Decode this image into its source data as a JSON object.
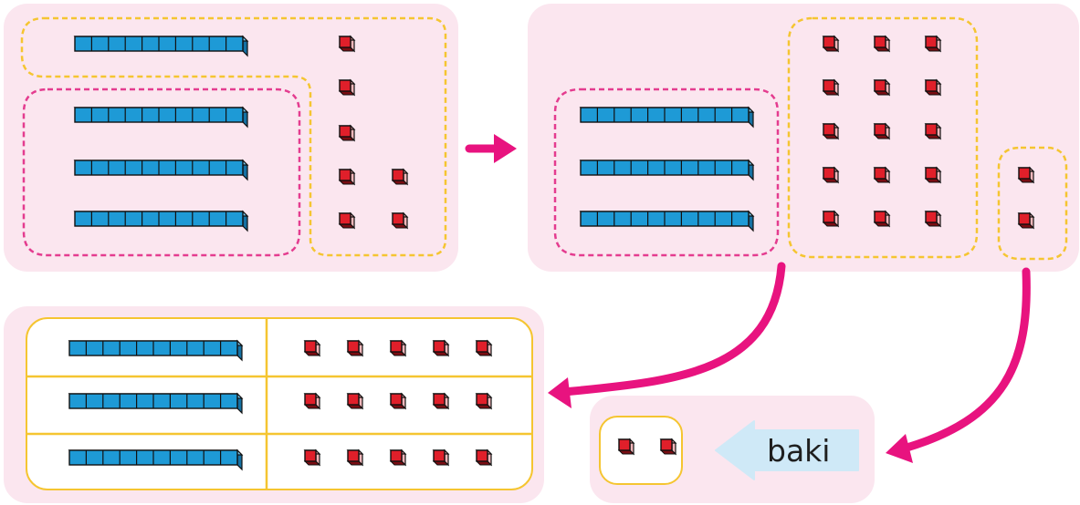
{
  "colors": {
    "panel_bg": "#fbe6ef",
    "tens_blue": "#1e9ad6",
    "ones_red": "#e01f2a",
    "yellow_outline": "#f5c531",
    "magenta_outline": "#e43c8f",
    "arrow_magenta": "#e8137f",
    "baki_arrow_fill": "#cfe9f7"
  },
  "icons": {
    "ten_rod": "base-ten-rod-icon",
    "unit_cube": "unit-cube-icon",
    "arrow": "arrow-right-icon"
  },
  "groups": {
    "step1": {
      "tens": 4,
      "ones": 7
    },
    "step2": {
      "tens": 3,
      "ones_grouped": 15,
      "ones_remaining": 2
    },
    "table": {
      "rows": 3,
      "tens_per_row": 1,
      "ones_per_row": 5
    },
    "remainder": {
      "ones": 2
    }
  },
  "labels": {
    "remainder": "baki"
  }
}
